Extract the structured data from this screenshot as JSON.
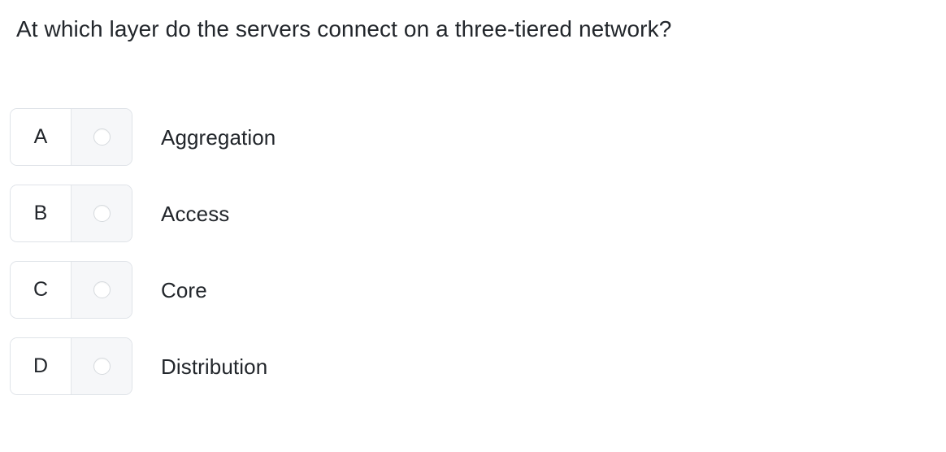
{
  "question": {
    "text": "At which layer do the servers connect on a three-tiered network?"
  },
  "options": [
    {
      "letter": "A",
      "label": "Aggregation",
      "radio_icon": "radio-unselected-icon",
      "selected": false
    },
    {
      "letter": "B",
      "label": "Access",
      "radio_icon": "radio-unselected-icon",
      "selected": false
    },
    {
      "letter": "C",
      "label": "Core",
      "radio_icon": "radio-unselected-icon",
      "selected": false
    },
    {
      "letter": "D",
      "label": "Distribution",
      "radio_icon": "radio-unselected-icon",
      "selected": false
    }
  ],
  "colors": {
    "page_background": "#ffffff",
    "text": "#22262b",
    "box_border": "#dfe3e8",
    "radio_cell_background": "#f6f7f9",
    "radio_border": "#d6dade",
    "divider": "#e2e6ea"
  }
}
